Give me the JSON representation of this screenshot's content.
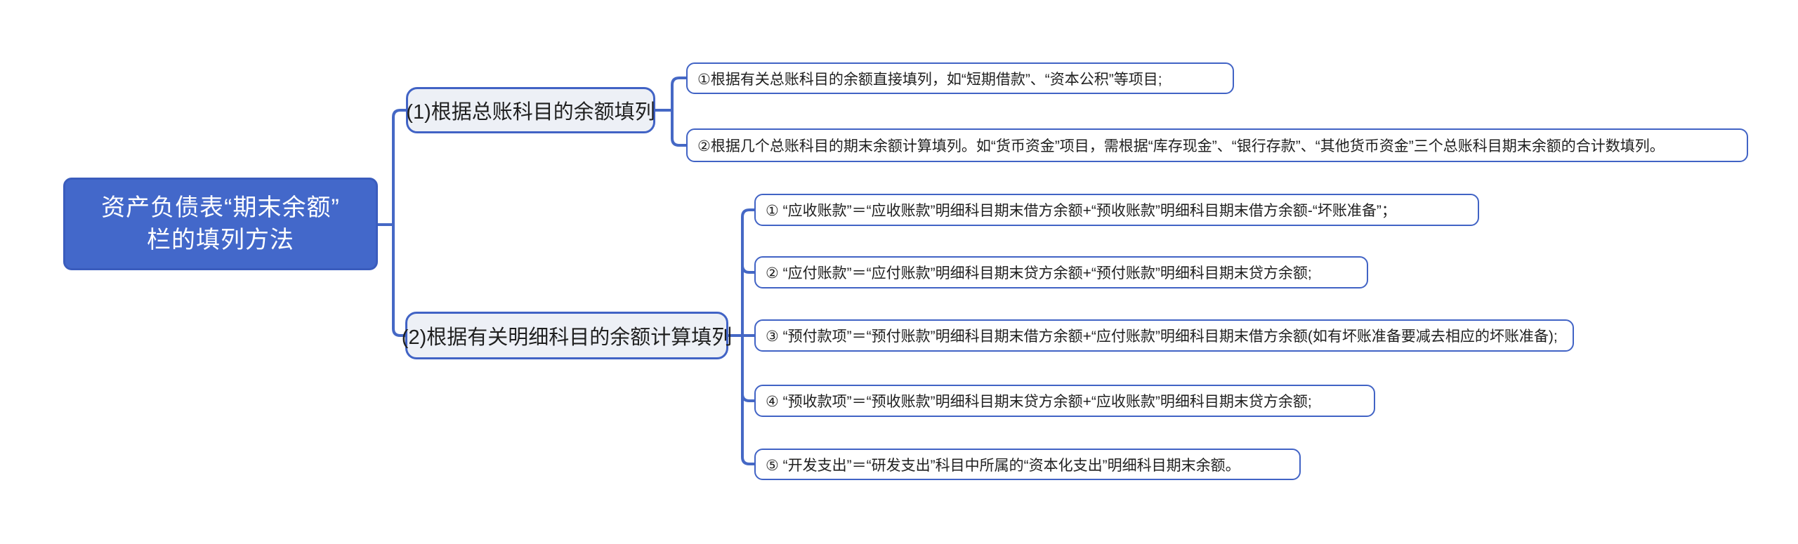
{
  "diagram": {
    "type": "mindmap",
    "root": {
      "title": "资产负债表“期末余额”栏的填列方法",
      "title_line1": "资产负债表“期末余额”",
      "title_line2": "栏的填列方法"
    },
    "branches": [
      {
        "label": "(1)根据总账科目的余额填列",
        "children": [
          {
            "text": "①根据有关总账科目的余额直接填列，如“短期借款”、“资本公积”等项目;"
          },
          {
            "text": "②根据几个总账科目的期末余额计算填列。如“货币资金”项目，需根据“库存现金”、“银行存款”、“其他货币资金”三个总账科目期末余额的合计数填列。"
          }
        ]
      },
      {
        "label": "(2)根据有关明细科目的余额计算填列",
        "children": [
          {
            "text": "① “应收账款”＝“应收账款”明细科目期末借方余额+“预收账款”明细科目期末借方余额-“坏账准备”；"
          },
          {
            "text": "② “应付账款”＝“应付账款”明细科目期末贷方余额+“预付账款”明细科目期末贷方余额;"
          },
          {
            "text": "③ “预付款项”＝“预付账款”明细科目期末借方余额+“应付账款”明细科目期末借方余额(如有坏账准备要减去相应的坏账准备);"
          },
          {
            "text": "④ “预收款项”＝“预收账款”明细科目期末贷方余额+“应收账款”明细科目期末贷方余额;"
          },
          {
            "text": "⑤ “开发支出”＝“研发支出”科目中所属的“资本化支出”明细科目期末余额。"
          }
        ]
      }
    ],
    "colors": {
      "root_fill": "#4368ca",
      "root_text": "#ffffff",
      "branch_fill": "#edf0f6",
      "leaf_fill": "#ffffff",
      "node_border": "#4163c5",
      "connector": "#4568c5",
      "text": "#1f1f1f",
      "background": "#ffffff"
    }
  }
}
